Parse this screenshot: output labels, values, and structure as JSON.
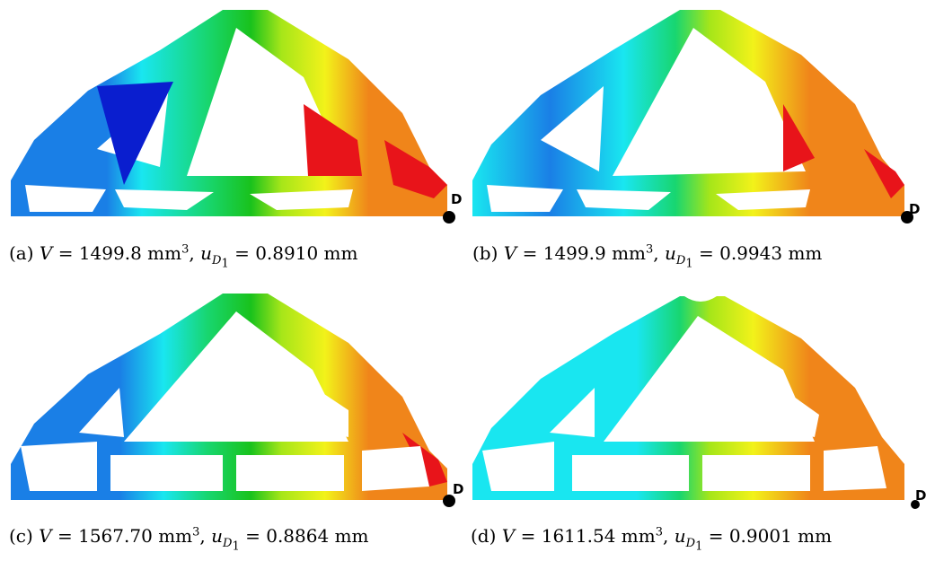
{
  "panels": [
    {
      "tag": "(a)",
      "volume": "1499.8",
      "disp": "0.8910",
      "point_label": "D"
    },
    {
      "tag": "(b)",
      "volume": "1499.9",
      "disp": "0.9943",
      "point_label": "D"
    },
    {
      "tag": "(c)",
      "volume": "1567.70",
      "disp": "0.8864",
      "point_label": "D"
    },
    {
      "tag": "(d)",
      "volume": "1611.54",
      "disp": "0.9001",
      "point_label": "D"
    }
  ],
  "symbols": {
    "volume_var": "V",
    "disp_var": "u",
    "disp_sub": "D",
    "disp_sub_index": "1",
    "unit_volume": "mm",
    "unit_volume_exp": "3",
    "unit_disp": "mm"
  },
  "colors": {
    "band_1": "#0a1ecf",
    "band_2": "#1a7fe6",
    "band_3": "#19e6f0",
    "band_4": "#18d670",
    "band_5": "#19c21c",
    "band_6": "#a6e619",
    "band_7": "#f2f21a",
    "band_8": "#f5a61c",
    "band_9": "#f0851a",
    "band_10": "#e8141a"
  }
}
